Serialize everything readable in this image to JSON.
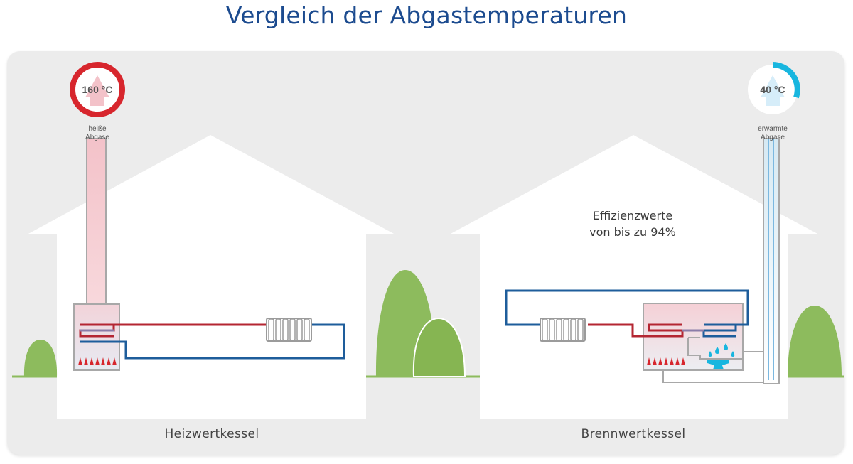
{
  "title": "Vergleich der Abgastemperaturen",
  "houses": {
    "left": {
      "label": "Heizwertkessel",
      "gauge": {
        "temperature": "160 °C",
        "fill_fraction": 1.0,
        "color": "#d7262d"
      },
      "caption": [
        "heiße",
        "Abgase"
      ]
    },
    "right": {
      "label": "Brennwertkessel",
      "gauge": {
        "temperature": "40 °C",
        "fill_fraction": 0.3,
        "color": "#18b6df"
      },
      "caption": [
        "erwärmte",
        "Abgase"
      ],
      "efficiency": [
        "Effizienzwerte",
        "von bis zu 94%"
      ]
    }
  },
  "colors": {
    "background": "#ececec",
    "house": "#ffffff",
    "hot_line": "#b42632",
    "cold_line": "#1e5d9b",
    "tree": "#8dbb5d",
    "title": "#1c4b8f"
  },
  "icons": {
    "flame": "flame-icon",
    "radiator": "radiator-icon",
    "water_drop": "water-drop-icon",
    "arrow": "up-arrow-icon"
  }
}
